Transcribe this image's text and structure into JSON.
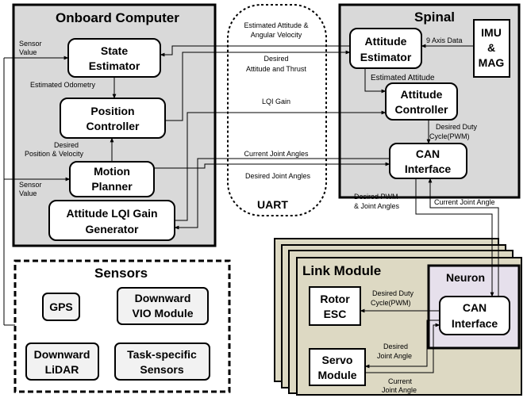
{
  "groups": {
    "onboard": "Onboard Computer",
    "spinal": "Spinal",
    "sensors": "Sensors",
    "link_module": "Link Module",
    "neuron": "Neuron",
    "uart": "UART"
  },
  "blocks": {
    "state_estimator": [
      "State",
      "Estimator"
    ],
    "position_controller": [
      "Position",
      "Controller"
    ],
    "motion_planner": [
      "Motion",
      "Planner"
    ],
    "lqi_generator": [
      "Attitude LQI Gain",
      "Generator"
    ],
    "attitude_estimator": [
      "Attitude",
      "Estimator"
    ],
    "attitude_controller": [
      "Attitude",
      "Controller"
    ],
    "can_spinal": [
      "CAN",
      "Interface"
    ],
    "imu": [
      "IMU",
      "&",
      "MAG"
    ],
    "gps": [
      "GPS"
    ],
    "downward_vio": [
      "Downward",
      "VIO Module"
    ],
    "downward_lidar": [
      "Downward",
      "LiDAR"
    ],
    "task_sensors": [
      "Task-specific",
      "Sensors"
    ],
    "rotor_esc": [
      "Rotor",
      "ESC"
    ],
    "servo": [
      "Servo",
      "Module"
    ],
    "can_neuron": [
      "CAN",
      "Interface"
    ]
  },
  "labels": {
    "sensor_value_1": [
      "Sensor",
      "Value"
    ],
    "sensor_value_2": [
      "Sensor",
      "Value"
    ],
    "estimated_odometry": "Estimated Odometry",
    "desired_pos_vel": [
      "Desired",
      "Position & Velocity"
    ],
    "est_att_ang_vel": [
      "Estimated Attitude &",
      "Angular Velocity"
    ],
    "desired_att_thrust": [
      "Desired",
      "Attitude and Thrust"
    ],
    "lqi_gain": "LQI Gain",
    "current_joint_angles": "Current Joint Angles",
    "desired_joint_angles": "Desired Joint Angles",
    "nine_axis": "9 Axis Data",
    "estimated_attitude": "Estimated Attitude",
    "desired_duty_spinal": [
      "Desired Duty",
      "Cycle(PWM)"
    ],
    "desired_pwm_joint": [
      "Desired PWM",
      "& Joint Angles"
    ],
    "current_joint_angle": "Current Joint Angle",
    "desired_duty_neuron": [
      "Desired Duty",
      "Cycle(PWM)"
    ],
    "desired_joint_angle": [
      "Desired",
      "Joint Angle"
    ],
    "current_joint_angle_2": [
      "Current",
      "Joint Angle"
    ]
  }
}
